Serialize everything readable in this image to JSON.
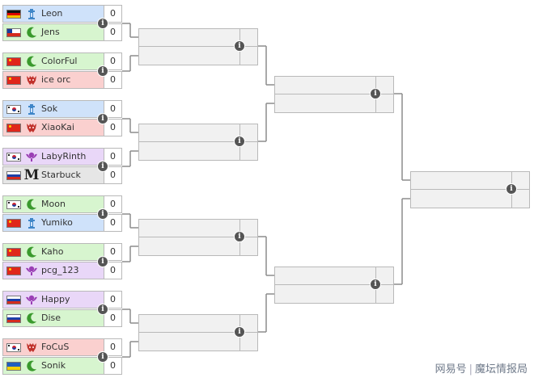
{
  "bracket": {
    "round1": [
      {
        "players": [
          {
            "name": "Leon",
            "flag": "de",
            "race": "terran",
            "score": "0"
          },
          {
            "name": "Jens",
            "flag": "cl",
            "race": "dark",
            "score": "0"
          }
        ]
      },
      {
        "players": [
          {
            "name": "ColorFul",
            "flag": "cn",
            "race": "dark",
            "score": "0"
          },
          {
            "name": "ice orc",
            "flag": "cn",
            "race": "zerg",
            "score": "0"
          }
        ]
      },
      {
        "players": [
          {
            "name": "Sok",
            "flag": "kr",
            "race": "terran",
            "score": "0"
          },
          {
            "name": "XiaoKai",
            "flag": "cn",
            "race": "zerg",
            "score": "0"
          }
        ]
      },
      {
        "players": [
          {
            "name": "LabyRinth",
            "flag": "kr",
            "race": "protoss",
            "score": "0"
          },
          {
            "name": "Starbuck",
            "flag": "ru",
            "race": "random",
            "score": "0"
          }
        ]
      },
      {
        "players": [
          {
            "name": "Moon",
            "flag": "kr",
            "race": "dark",
            "score": "0"
          },
          {
            "name": "Yumiko",
            "flag": "cn",
            "race": "terran",
            "score": "0"
          }
        ]
      },
      {
        "players": [
          {
            "name": "Kaho",
            "flag": "cn",
            "race": "dark",
            "score": "0"
          },
          {
            "name": "pcg_123",
            "flag": "cn",
            "race": "protoss",
            "score": "0"
          }
        ]
      },
      {
        "players": [
          {
            "name": "Happy",
            "flag": "ru",
            "race": "protoss",
            "score": "0"
          },
          {
            "name": "Dise",
            "flag": "ru",
            "race": "dark",
            "score": "0"
          }
        ]
      },
      {
        "players": [
          {
            "name": "FoCuS",
            "flag": "kr",
            "race": "zerg",
            "score": "0"
          },
          {
            "name": "Sonik",
            "flag": "ua",
            "race": "dark",
            "score": "0"
          }
        ]
      }
    ],
    "match_info_icon": "info-icon",
    "info_glyph": "i"
  },
  "race_icons": {
    "terran": "tower-icon",
    "dark": "crescent-icon",
    "zerg": "demon-mask-icon",
    "protoss": "orb-icon",
    "random": "letter-m-icon"
  },
  "race_glyph_random": "M",
  "colors": {
    "terran": "#cfe2fa",
    "dark": "#d7f5cf",
    "zerg": "#fad0cf",
    "protoss": "#e9d7f8",
    "random": "#e6e6e6",
    "empty_match": "#f1f1f1",
    "connector": "#8c8c8c"
  },
  "watermark": {
    "left": "网易号",
    "separator": "|",
    "right": "魔坛情报局"
  }
}
